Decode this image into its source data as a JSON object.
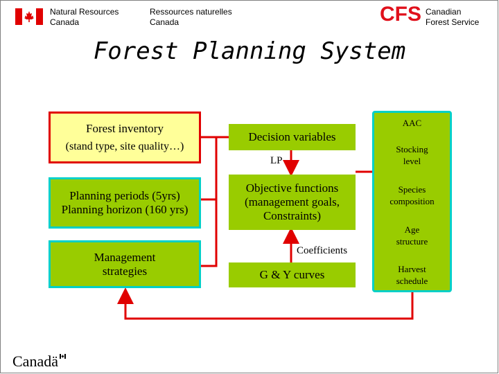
{
  "header": {
    "dept_en_line1": "Natural Resources",
    "dept_en_line2": "Canada",
    "dept_fr_line1": "Ressources naturelles",
    "dept_fr_line2": "Canada",
    "cfs_logo": "CFS",
    "cfs_name_line1": "Canadian",
    "cfs_name_line2": "Forest Service"
  },
  "title": "Forest Planning System",
  "left": {
    "inventory_line1": "Forest inventory",
    "inventory_line2": "(stand type, site quality…)",
    "periods_line1": "Planning periods (5yrs)",
    "periods_line2": "Planning horizon (160 yrs)",
    "strategies_line1": "Management",
    "strategies_line2": "strategies"
  },
  "middle": {
    "decision_variables": "Decision variables",
    "lp_label": "LP",
    "objective_line1": "Objective functions",
    "objective_line2": "(management goals,",
    "objective_line3": "Constraints)",
    "coefficients_label": "Coefficients",
    "gy_curves": "G & Y curves"
  },
  "right": {
    "aac": "AAC",
    "stocking_line1": "Stocking",
    "stocking_line2": "level",
    "species_line1": "Species",
    "species_line2": "composition",
    "age_line1": "Age",
    "age_line2": "structure",
    "harvest_line1": "Harvest",
    "harvest_line2": "schedule"
  },
  "footer": {
    "wordmark": "Canadä"
  },
  "colors": {
    "arrow_red": "#e00000",
    "box_green": "#99cc00",
    "box_yellow": "#ffff99",
    "border_teal": "#00d0c8",
    "cfs_red": "#e0101b"
  },
  "icons": [
    "canada-flag-icon",
    "canada-wordmark-logo"
  ]
}
